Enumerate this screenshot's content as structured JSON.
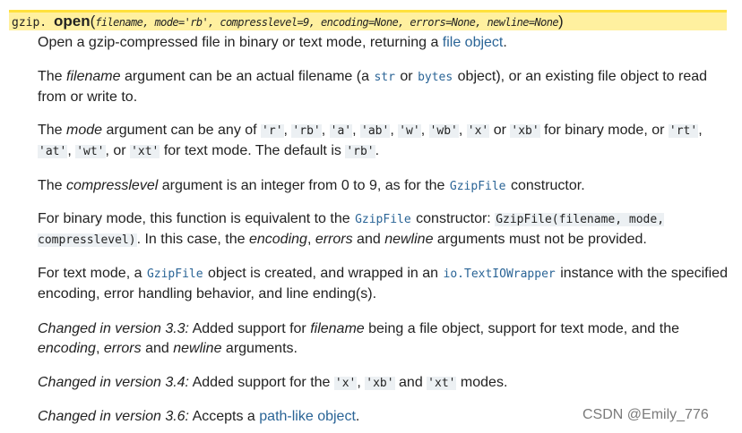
{
  "signature": {
    "module_prefix": "gzip.",
    "function_name": "open",
    "params": "filename, mode='rb', compresslevel=9, encoding=None, errors=None, newline=None"
  },
  "p1": {
    "text": "Open a gzip-compressed file in binary or text mode, returning a ",
    "link": "file object",
    "end": "."
  },
  "p2": {
    "t1": "The ",
    "em1": "filename",
    "t2": " argument can be an actual filename (a ",
    "c1": "str",
    "t3": " or ",
    "c2": "bytes",
    "t4": " object), or an existing file object to read from or write to."
  },
  "p3": {
    "t1": "The ",
    "em1": "mode",
    "t2": " argument can be any of ",
    "binary_modes": [
      "'r'",
      "'rb'",
      "'a'",
      "'ab'",
      "'w'",
      "'wb'",
      "'x'",
      "'xb'"
    ],
    "t3": " for binary mode, or ",
    "text_modes": [
      "'rt'",
      "'at'",
      "'wt'",
      "'xt'"
    ],
    "t4": " for text mode. The default is ",
    "default": "'rb'",
    "end": "."
  },
  "p4": {
    "t1": "The ",
    "em1": "compresslevel",
    "t2": " argument is an integer from 0 to 9, as for the ",
    "c1": "GzipFile",
    "t3": " constructor."
  },
  "p5": {
    "t1": "For binary mode, this function is equivalent to the ",
    "c1": "GzipFile",
    "t2": " constructor: ",
    "c2": "GzipFile(filename, mode, compresslevel)",
    "t3": ". In this case, the ",
    "em1": "encoding",
    "t4": ", ",
    "em2": "errors",
    "t5": " and ",
    "em3": "newline",
    "t6": " arguments must not be provided."
  },
  "p6": {
    "t1": "For text mode, a ",
    "c1": "GzipFile",
    "t2": " object is created, and wrapped in an ",
    "c2": "io.TextIOWrapper",
    "t3": " instance with the specified encoding, error handling behavior, and line ending(s)."
  },
  "p7": {
    "em0": "Changed in version 3.3:",
    "t1": " Added support for ",
    "em1": "filename",
    "t2": " being a file object, support for text mode, and the ",
    "em2": "encoding",
    "t3": ", ",
    "em3": "errors",
    "t4": " and ",
    "em4": "newline",
    "t5": " arguments."
  },
  "p8": {
    "em0": "Changed in version 3.4:",
    "t1": " Added support for the ",
    "c1": "'x'",
    "c2": "'xb'",
    "t2": " and ",
    "c3": "'xt'",
    "t3": " modes."
  },
  "p9": {
    "em0": "Changed in version 3.6:",
    "t1": " Accepts a ",
    "link": "path-like object",
    "end": "."
  },
  "watermark": "CSDN @Emily_776",
  "colors": {
    "highlight": "#fff09f",
    "highlight_border": "#ffe13c",
    "link": "#2a6496",
    "code_bg": "#ecf0f3"
  }
}
